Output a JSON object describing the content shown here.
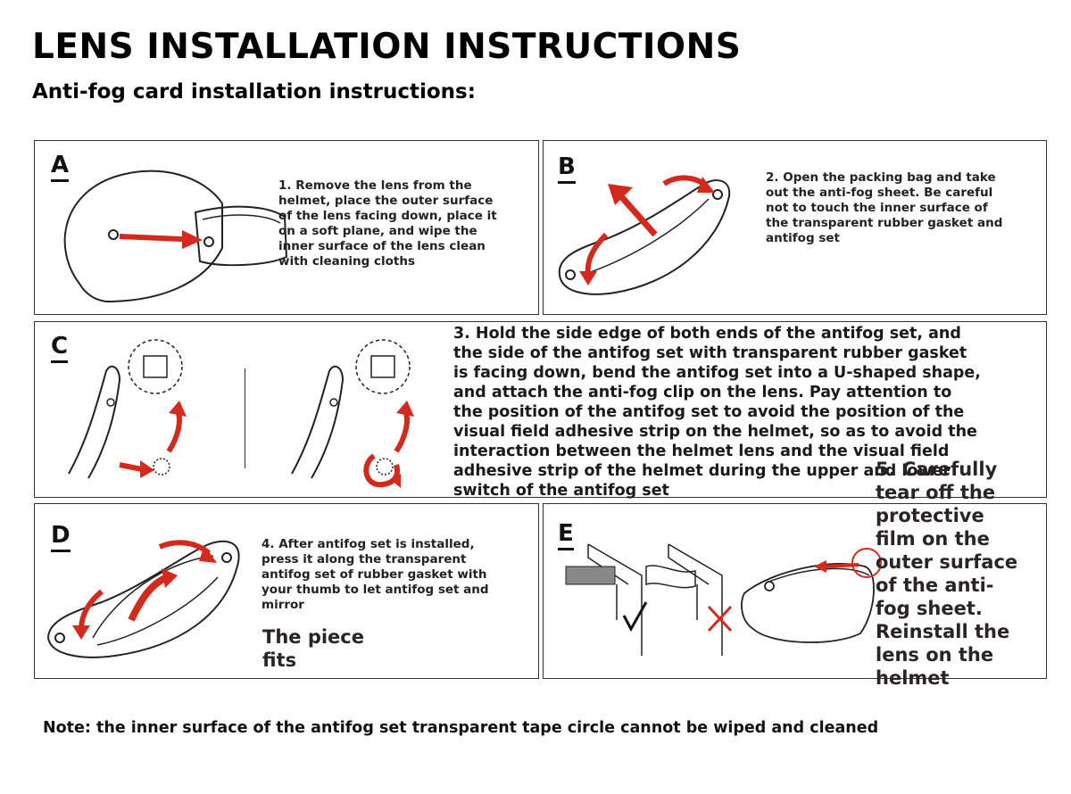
{
  "title": "LENS INSTALLATION INSTRUCTIONS",
  "subtitle": "Anti-fog card installation instructions:",
  "panels": {
    "a": {
      "letter": "A",
      "text": "1. Remove the lens from the helmet, place the outer surface of the lens facing down, place it on a soft plane, and wipe the inner surface of the lens clean with cleaning cloths"
    },
    "b": {
      "letter": "B",
      "text": "2. Open the packing bag and take out the anti-fog sheet. Be careful not to touch the inner surface of the transparent rubber gasket and antifog set"
    },
    "c": {
      "letter": "C",
      "text": "3. Hold the side edge of both ends of the antifog set, and the side of the antifog set with transparent rubber gasket is facing down, bend the antifog set into a U-shaped shape, and attach the anti-fog clip on the lens. Pay attention to the position of the antifog set to avoid the position of the visual field adhesive strip on the helmet, so as to avoid the interaction between the helmet lens and the visual field adhesive strip of the helmet during the upper and lower switch of the antifog set"
    },
    "d": {
      "letter": "D",
      "text": "4. After antifog set is installed, press it along the transparent antifog set of rubber gasket with your thumb to let antifog set and mirror",
      "extra": "The piece fits"
    },
    "e": {
      "letter": "E",
      "text": "5. Carefully tear off the protective film on the outer surface of the anti-fog sheet. Reinstall the lens on the helmet"
    }
  },
  "note": "Note: the inner surface of the antifog set transparent tape circle cannot be wiped and cleaned",
  "colors": {
    "accent_red": "#d42a1e",
    "line": "#222222"
  }
}
